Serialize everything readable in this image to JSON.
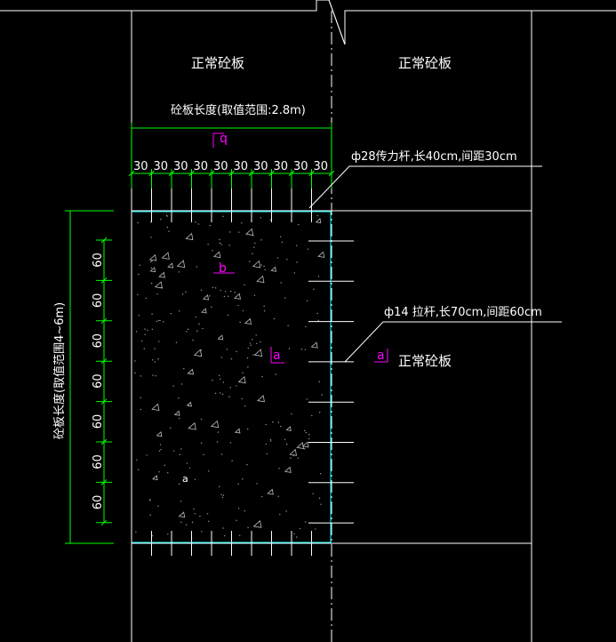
{
  "labels": {
    "slab_left": "正常砼板",
    "slab_right": "正常砼板",
    "slab_bottom_right": "正常砼板",
    "width_dim": "砼板长度(取值范围:2.8m)",
    "length_dim": "砼板长度(取值范围4~6m)",
    "dowel_note": "ф28传力杆,长40cm,间距30cm",
    "tie_note": "ф14 拉杆,长70cm,间距60cm",
    "section_b_top": "b",
    "section_b_mid": "b",
    "section_a_mid": "a",
    "section_a_right": "a",
    "small_a": "a"
  },
  "top_spacing_labels": [
    "30",
    "30",
    "30",
    "30",
    "30",
    "30",
    "30",
    "30",
    "30",
    "30"
  ],
  "left_spacing_labels": [
    "60",
    "60",
    "60",
    "60",
    "60",
    "60",
    "60"
  ],
  "colors": {
    "line": "#ffffff",
    "dimension": "#00ff00",
    "edge": "#00ffff",
    "section_mark": "#ff00ff",
    "background": "#000000"
  }
}
